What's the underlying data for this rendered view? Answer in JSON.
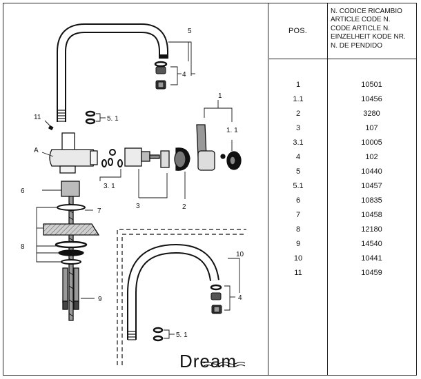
{
  "callouts": {
    "n5": "5",
    "n4_top": "4",
    "n51_top": "5. 1",
    "n11": "11",
    "n1": "1",
    "n11_right": "1. 1",
    "nA": "A",
    "n31": "3. 1",
    "n3": "3",
    "n2": "2",
    "n6": "6",
    "n7": "7",
    "n8": "8",
    "n9": "9",
    "n10": "10",
    "n4_bottom": "4",
    "n51_bottom": "5. 1"
  },
  "logo": {
    "text": "Dream"
  },
  "table": {
    "pos_header": "POS.",
    "code_header": [
      "N. CODICE RICAMBIO",
      "ARTICLE CODE N.",
      "CODE ARTICLE N.",
      "EINZELHEIT KODE NR.",
      "N. DE PENDIDO"
    ],
    "rows": [
      {
        "pos": "1",
        "code": "10501"
      },
      {
        "pos": "1.1",
        "code": "10456"
      },
      {
        "pos": "2",
        "code": "3280"
      },
      {
        "pos": "3",
        "code": "107"
      },
      {
        "pos": "3.1",
        "code": "10005"
      },
      {
        "pos": "4",
        "code": "102"
      },
      {
        "pos": "5",
        "code": "10440"
      },
      {
        "pos": "5.1",
        "code": "10457"
      },
      {
        "pos": "6",
        "code": "10835"
      },
      {
        "pos": "7",
        "code": "10458"
      },
      {
        "pos": "8",
        "code": "12180"
      },
      {
        "pos": "9",
        "code": "14540"
      },
      {
        "pos": "10",
        "code": "10441"
      },
      {
        "pos": "11",
        "code": "10459"
      }
    ]
  },
  "colors": {
    "ink": "#111111",
    "paper": "#ffffff",
    "grey": "#bdbdbd"
  }
}
